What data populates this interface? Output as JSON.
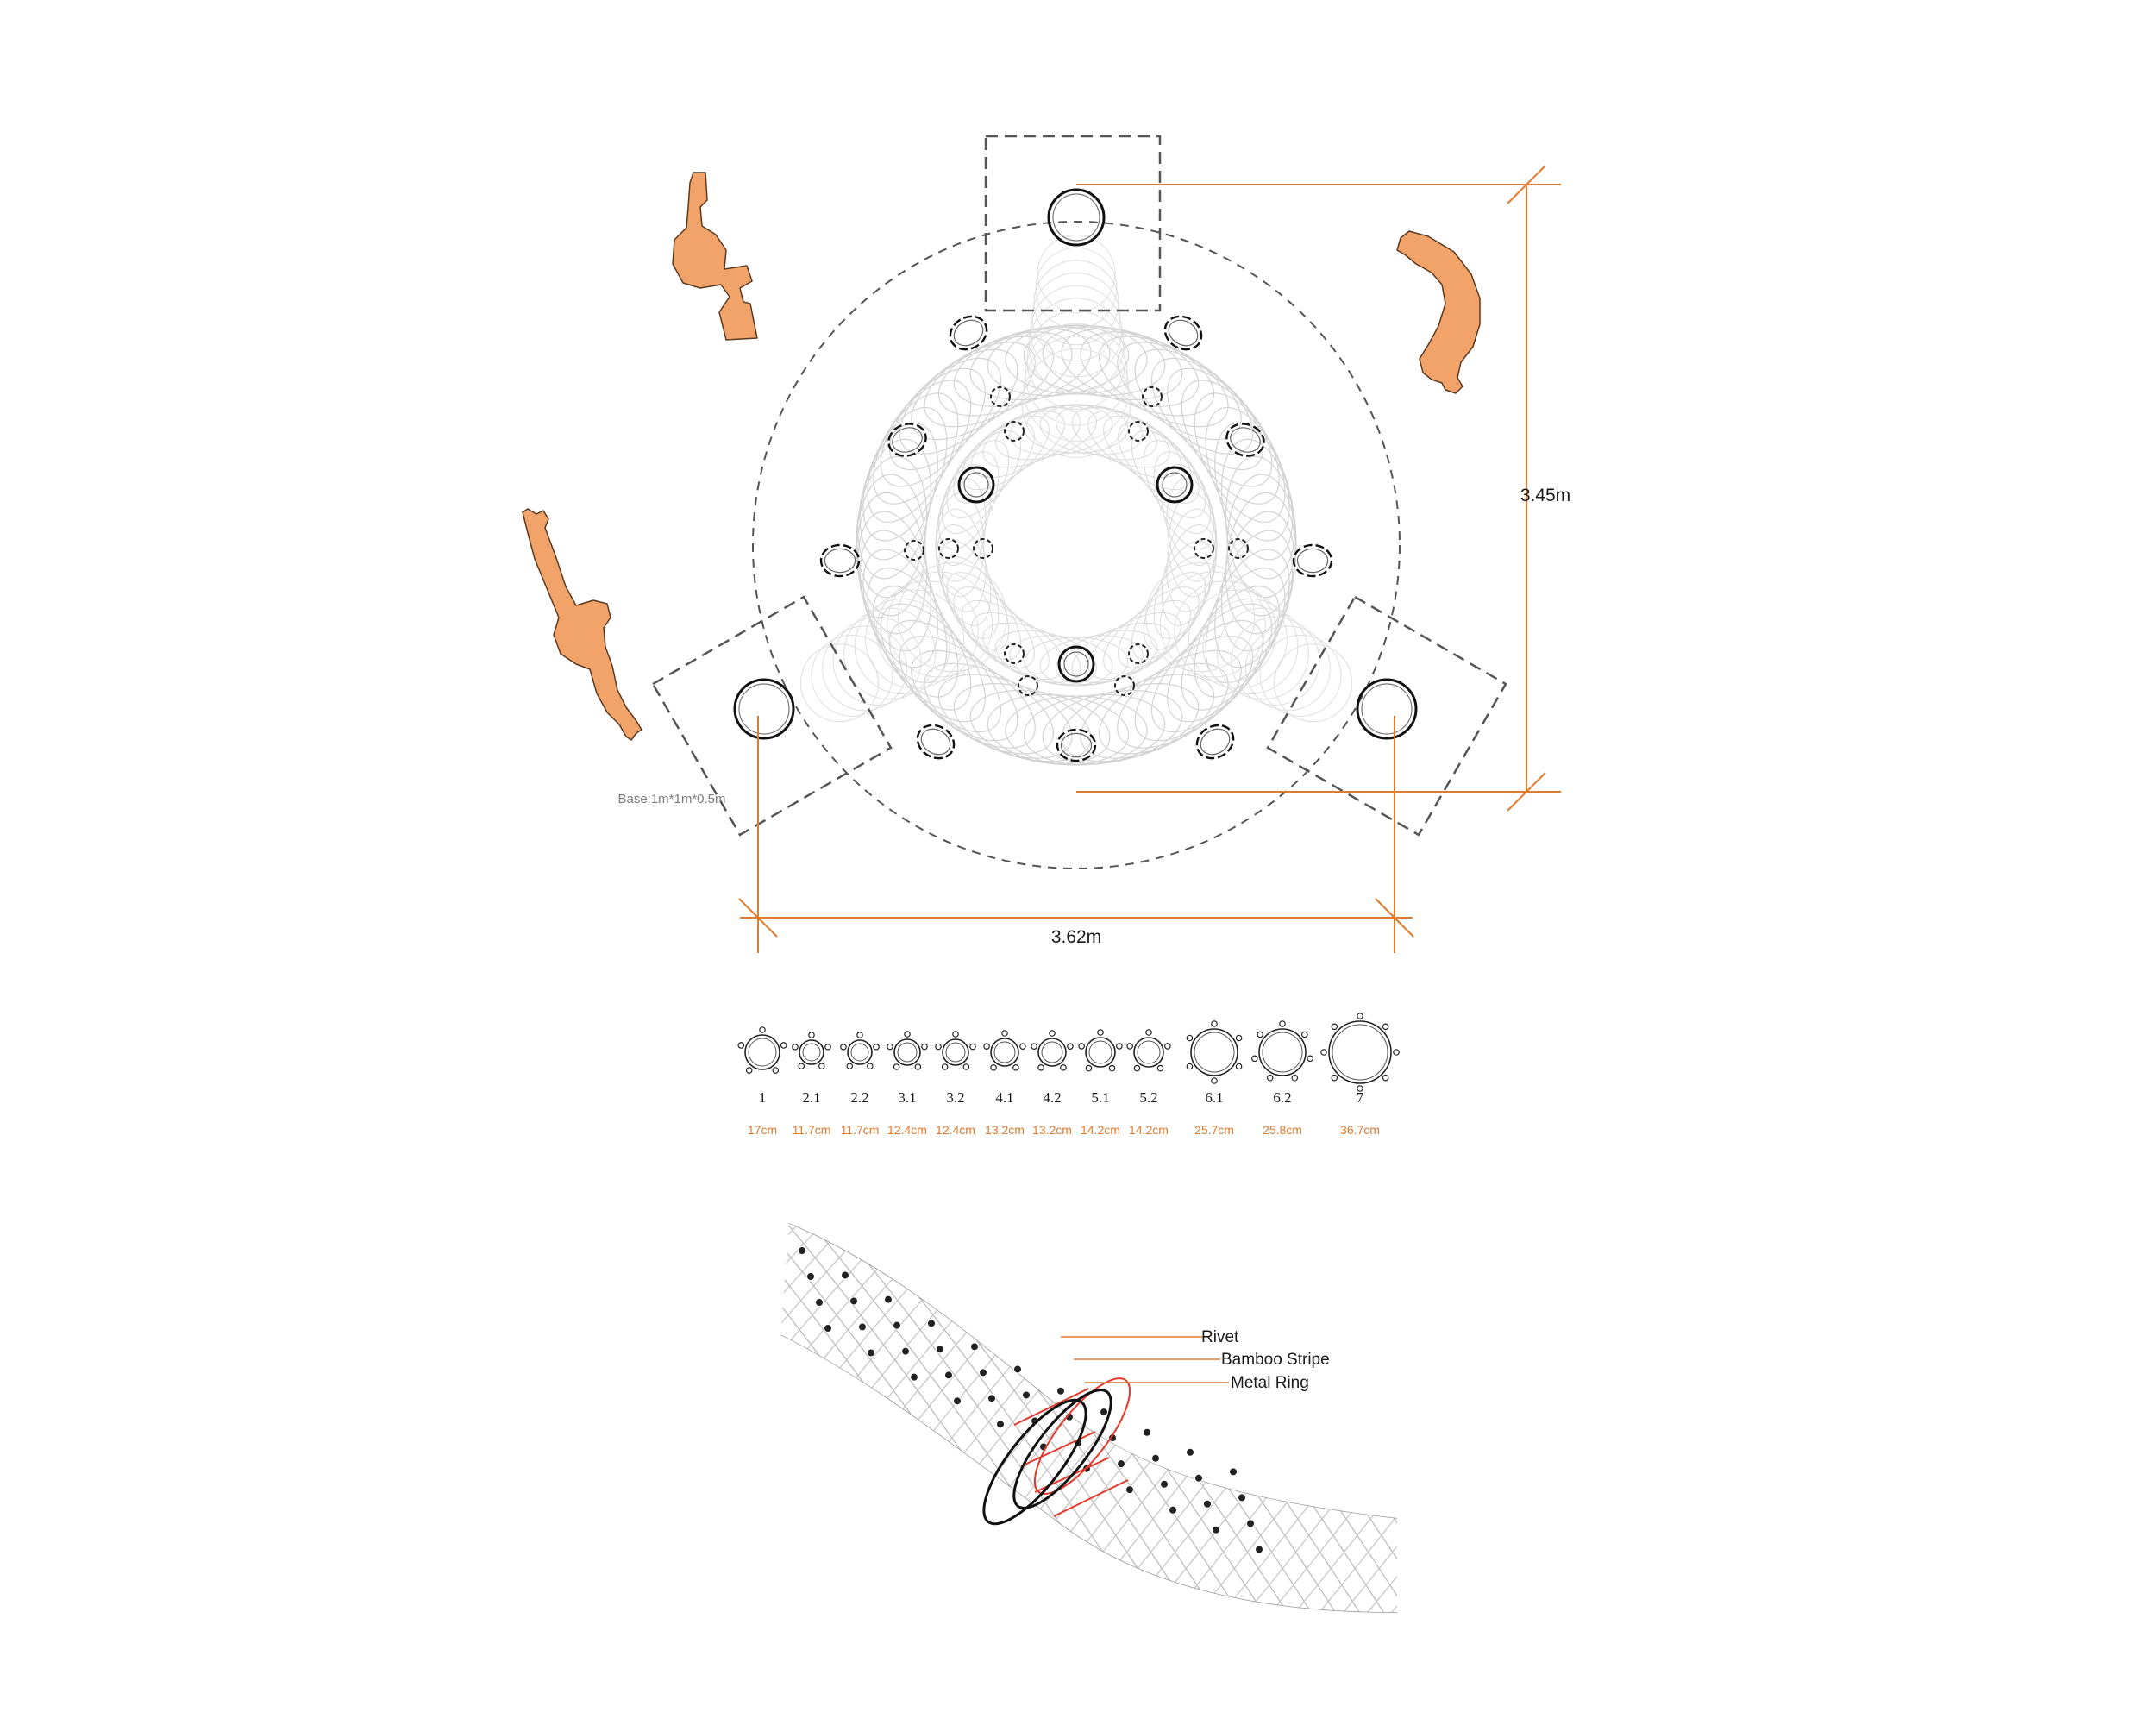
{
  "colors": {
    "accent": "#e07a2c",
    "figure": "#f2a36a",
    "lattice": "#cfcfcf",
    "ink": "#1a1a1a",
    "callout_red": "#e0392a"
  },
  "plan": {
    "width_label": "3.62m",
    "height_label": "3.45m",
    "base_label": "Base:1m*1m*0.5m"
  },
  "rings": [
    {
      "id": "1",
      "size": "17cm"
    },
    {
      "id": "2.1",
      "size": "11.7cm"
    },
    {
      "id": "2.2",
      "size": "11.7cm"
    },
    {
      "id": "3.1",
      "size": "12.4cm"
    },
    {
      "id": "3.2",
      "size": "12.4cm"
    },
    {
      "id": "4.1",
      "size": "13.2cm"
    },
    {
      "id": "4.2",
      "size": "13.2cm"
    },
    {
      "id": "5.1",
      "size": "14.2cm"
    },
    {
      "id": "5.2",
      "size": "14.2cm"
    },
    {
      "id": "6.1",
      "size": "25.7cm"
    },
    {
      "id": "6.2",
      "size": "25.8cm"
    },
    {
      "id": "7",
      "size": "36.7cm"
    }
  ],
  "detail": {
    "rivet": "Rivet",
    "bamboo": "Bamboo Stripe",
    "metal": "Metal Ring"
  }
}
